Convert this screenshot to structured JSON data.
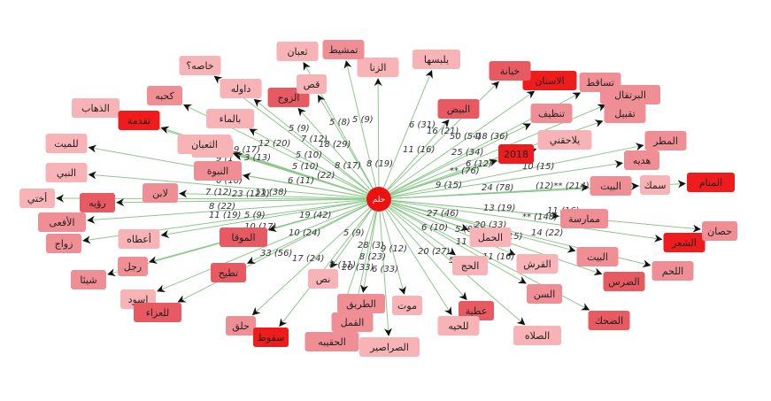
{
  "colors": {
    "edge": "#8bc88b",
    "arrow": "#111111",
    "hub": "#ee1111",
    "node_light": "#f7b3b6",
    "node_mid": "#ef8f95",
    "node_dark": "#e85a62",
    "node_red": "#ee1c1c"
  },
  "hub": {
    "label": "حلم"
  },
  "nodes": [
    {
      "label": "خاصه؟",
      "shade": "light"
    },
    {
      "label": "كحبه",
      "shade": "mid"
    },
    {
      "label": "الذهاب",
      "shade": "light"
    },
    {
      "label": "للميت",
      "shade": "light"
    },
    {
      "label": "النبي",
      "shade": "light"
    },
    {
      "label": "أختي",
      "shade": "light"
    },
    {
      "label": "رؤيه",
      "shade": "dark"
    },
    {
      "label": "الأفعى",
      "shade": "mid"
    },
    {
      "label": "زواج",
      "shade": "mid"
    },
    {
      "label": "شيئا",
      "shade": "mid"
    },
    {
      "label": "اسود",
      "shade": "light"
    },
    {
      "label": "للعزاء",
      "shade": "dark"
    },
    {
      "label": "حلق",
      "shade": "mid"
    },
    {
      "label": "سقوط",
      "shade": "red"
    },
    {
      "label": "الحقيبه",
      "shade": "mid"
    },
    {
      "label": "الصراصير",
      "shade": "light"
    },
    {
      "label": "الصلاه",
      "shade": "light"
    },
    {
      "label": "الضحك",
      "shade": "dark"
    },
    {
      "label": "اللحم",
      "shade": "mid"
    },
    {
      "label": "الشعر",
      "shade": "red"
    },
    {
      "label": "حصان",
      "shade": "mid"
    },
    {
      "label": "المنام",
      "shade": "red"
    },
    {
      "label": "المطر",
      "shade": "mid"
    },
    {
      "label": "هديه",
      "shade": "mid"
    },
    {
      "label": "تقبيل",
      "shade": "mid"
    },
    {
      "label": "البرتقال",
      "shade": "mid"
    },
    {
      "label": "تساقط",
      "shade": "mid"
    },
    {
      "label": "الاسنان",
      "shade": "red"
    },
    {
      "label": "خيانة",
      "shade": "dark"
    },
    {
      "label": "يلبسها",
      "shade": "light"
    },
    {
      "label": "الزنا",
      "shade": "light"
    },
    {
      "label": "تمشيط",
      "shade": "mid"
    },
    {
      "label": "ثعبان",
      "shade": "light"
    },
    {
      "label": "داوله",
      "shade": "light"
    },
    {
      "label": "الزوج",
      "shade": "dark"
    },
    {
      "label": "قص",
      "shade": "light"
    },
    {
      "label": "بالماء",
      "shade": "light"
    },
    {
      "label": "تقدمة",
      "shade": "red"
    },
    {
      "label": "البيض",
      "shade": "dark"
    },
    {
      "label": "تنظيف",
      "shade": "mid"
    },
    {
      "label": "يلاحقني",
      "shade": "light"
    },
    {
      "label": "2018",
      "shade": "red"
    },
    {
      "label": "سمك",
      "shade": "light"
    },
    {
      "label": "البيت",
      "shade": "mid"
    },
    {
      "label": "ممارسة",
      "shade": "mid"
    },
    {
      "label": "البيت",
      "shade": "mid"
    },
    {
      "label": "الضرس",
      "shade": "dark"
    },
    {
      "label": "القرش",
      "shade": "light"
    },
    {
      "label": "السن",
      "shade": "mid"
    },
    {
      "label": "عطية",
      "shade": "dark"
    },
    {
      "label": "للحيه",
      "shade": "light"
    },
    {
      "label": "الحج",
      "shade": "light"
    },
    {
      "label": "الحمل",
      "shade": "light"
    },
    {
      "label": "موت",
      "shade": "light"
    },
    {
      "label": "الطريق",
      "shade": "mid"
    },
    {
      "label": "القمل",
      "shade": "mid"
    },
    {
      "label": "نص",
      "shade": "light"
    },
    {
      "label": "تطيح",
      "shade": "dark"
    },
    {
      "label": "رجل",
      "shade": "mid"
    },
    {
      "label": "أعطاه",
      "shade": "light"
    },
    {
      "label": "الموقا",
      "shade": "dark"
    },
    {
      "label": "لابن",
      "shade": "mid"
    },
    {
      "label": "النبوة",
      "shade": "mid"
    },
    {
      "label": "الرقص",
      "shade": "light"
    },
    {
      "label": "الثعبان",
      "shade": "light"
    }
  ],
  "edge_labels": [
    "5 (9)",
    "5 (8)",
    "5 (9)",
    "6 (31)",
    "7 (12)",
    "18 (29)",
    "12 (20)",
    "9 (17)",
    "3 (13)",
    "9 (1",
    "5 (10)",
    "5 (10)",
    "6 (10)",
    "6 (11)",
    "(22)",
    "8 (17)",
    "8 (19)",
    "11 (16)",
    "16 (21)",
    "50 (54)",
    "18 (36)",
    "25 (34)",
    "** (76)",
    "6 (12)",
    "10 (15)",
    "9 (15)",
    "24 (78)",
    "(12)** (214)",
    "7 (12)",
    "23 (123)",
    "11 (38)",
    "8 (22)",
    "11 (19)",
    "5 (9)",
    "19 (42)",
    "10 (17)",
    "10 (24)",
    "33 (56)",
    "11 (16)",
    "17 (24)",
    "5 (9)",
    "8 (11)",
    "20 (33)",
    "8 (23)",
    "6 (33)",
    "28 (3)",
    "9 (12)",
    "20 (27)",
    "5 (8)",
    "27 (46)",
    "6 (10)",
    "5 (8)",
    "20 (33)",
    "11 (19)",
    "13 (19)",
    "** (148)",
    "11 (16)",
    "14 (22)",
    "(15)",
    "11 (16)"
  ]
}
